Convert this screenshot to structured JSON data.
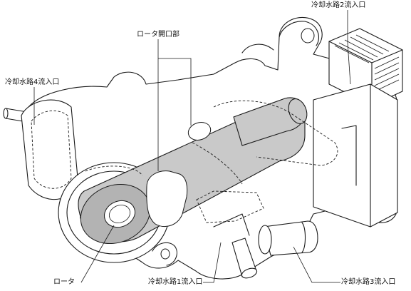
{
  "labels": {
    "inlet_2": "冷却水路2流入口",
    "rotor_opening": "ロータ開口部",
    "inlet_4": "冷却水路4流入口",
    "rotor": "ロータ",
    "inlet_1": "冷却水路1流入口",
    "inlet_3": "冷却水路3流入口"
  },
  "colors": {
    "line": "#1a1a1a",
    "rotor_fill": "#c9c9c9",
    "background": "#ffffff"
  }
}
